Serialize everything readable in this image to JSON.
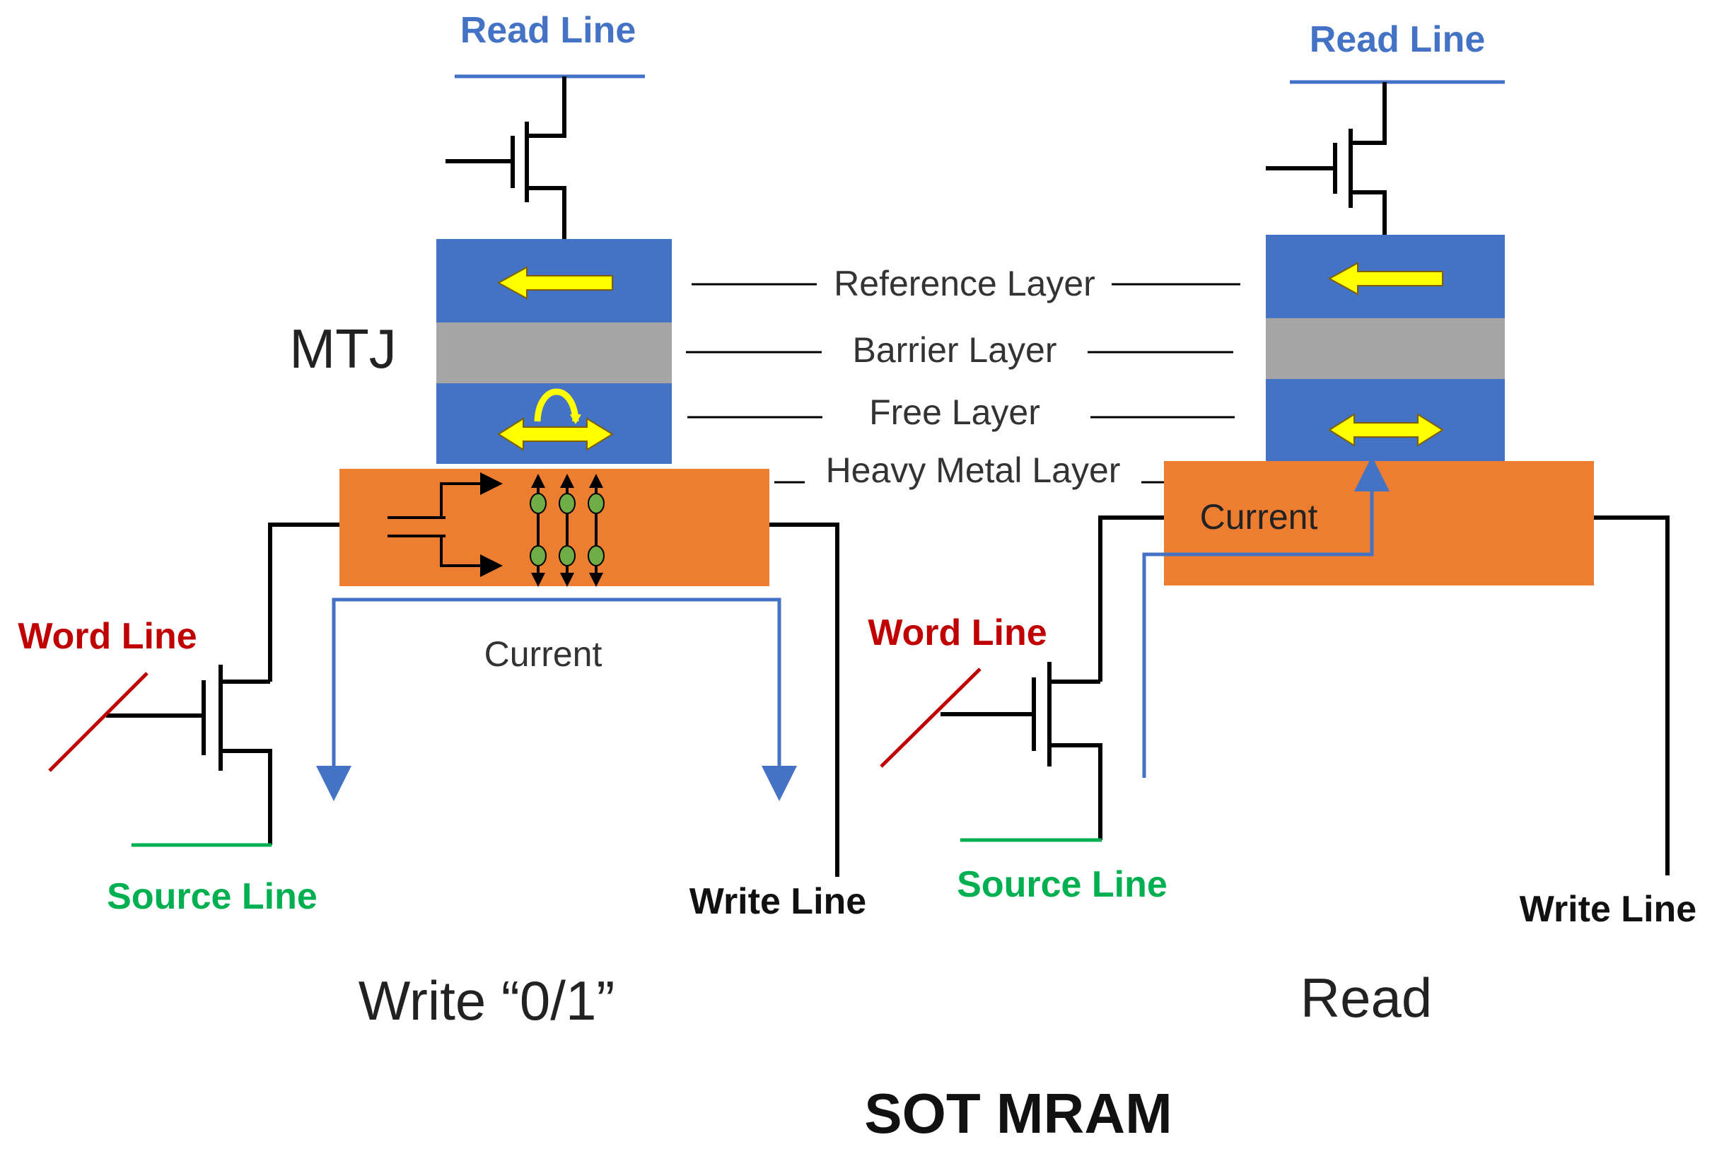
{
  "colors": {
    "layer_blue": "#4472C4",
    "barrier_gray": "#A6A6A6",
    "heavy_metal_orange": "#ED7D31",
    "arrow_yellow": "#FFFF00",
    "current_blue": "#4472C4",
    "word_line_red": "#C00000",
    "source_line_green": "#00B050",
    "spin_green": "#70AD47",
    "wire_black": "#000000"
  },
  "write_cell": {
    "read_line": "Read Line",
    "mtj_label": "MTJ",
    "current_label": "Current",
    "word_line": "Word Line",
    "source_line": "Source Line",
    "write_line": "Write Line",
    "caption": "Write “0/1”"
  },
  "layers": {
    "reference": "Reference Layer",
    "barrier": "Barrier Layer",
    "free": "Free Layer",
    "heavy_metal": "Heavy Metal Layer"
  },
  "read_cell": {
    "read_line": "Read Line",
    "current_label": "Current",
    "word_line": "Word Line",
    "source_line": "Source Line",
    "write_line": "Write Line",
    "caption": "Read"
  },
  "title": "SOT MRAM"
}
